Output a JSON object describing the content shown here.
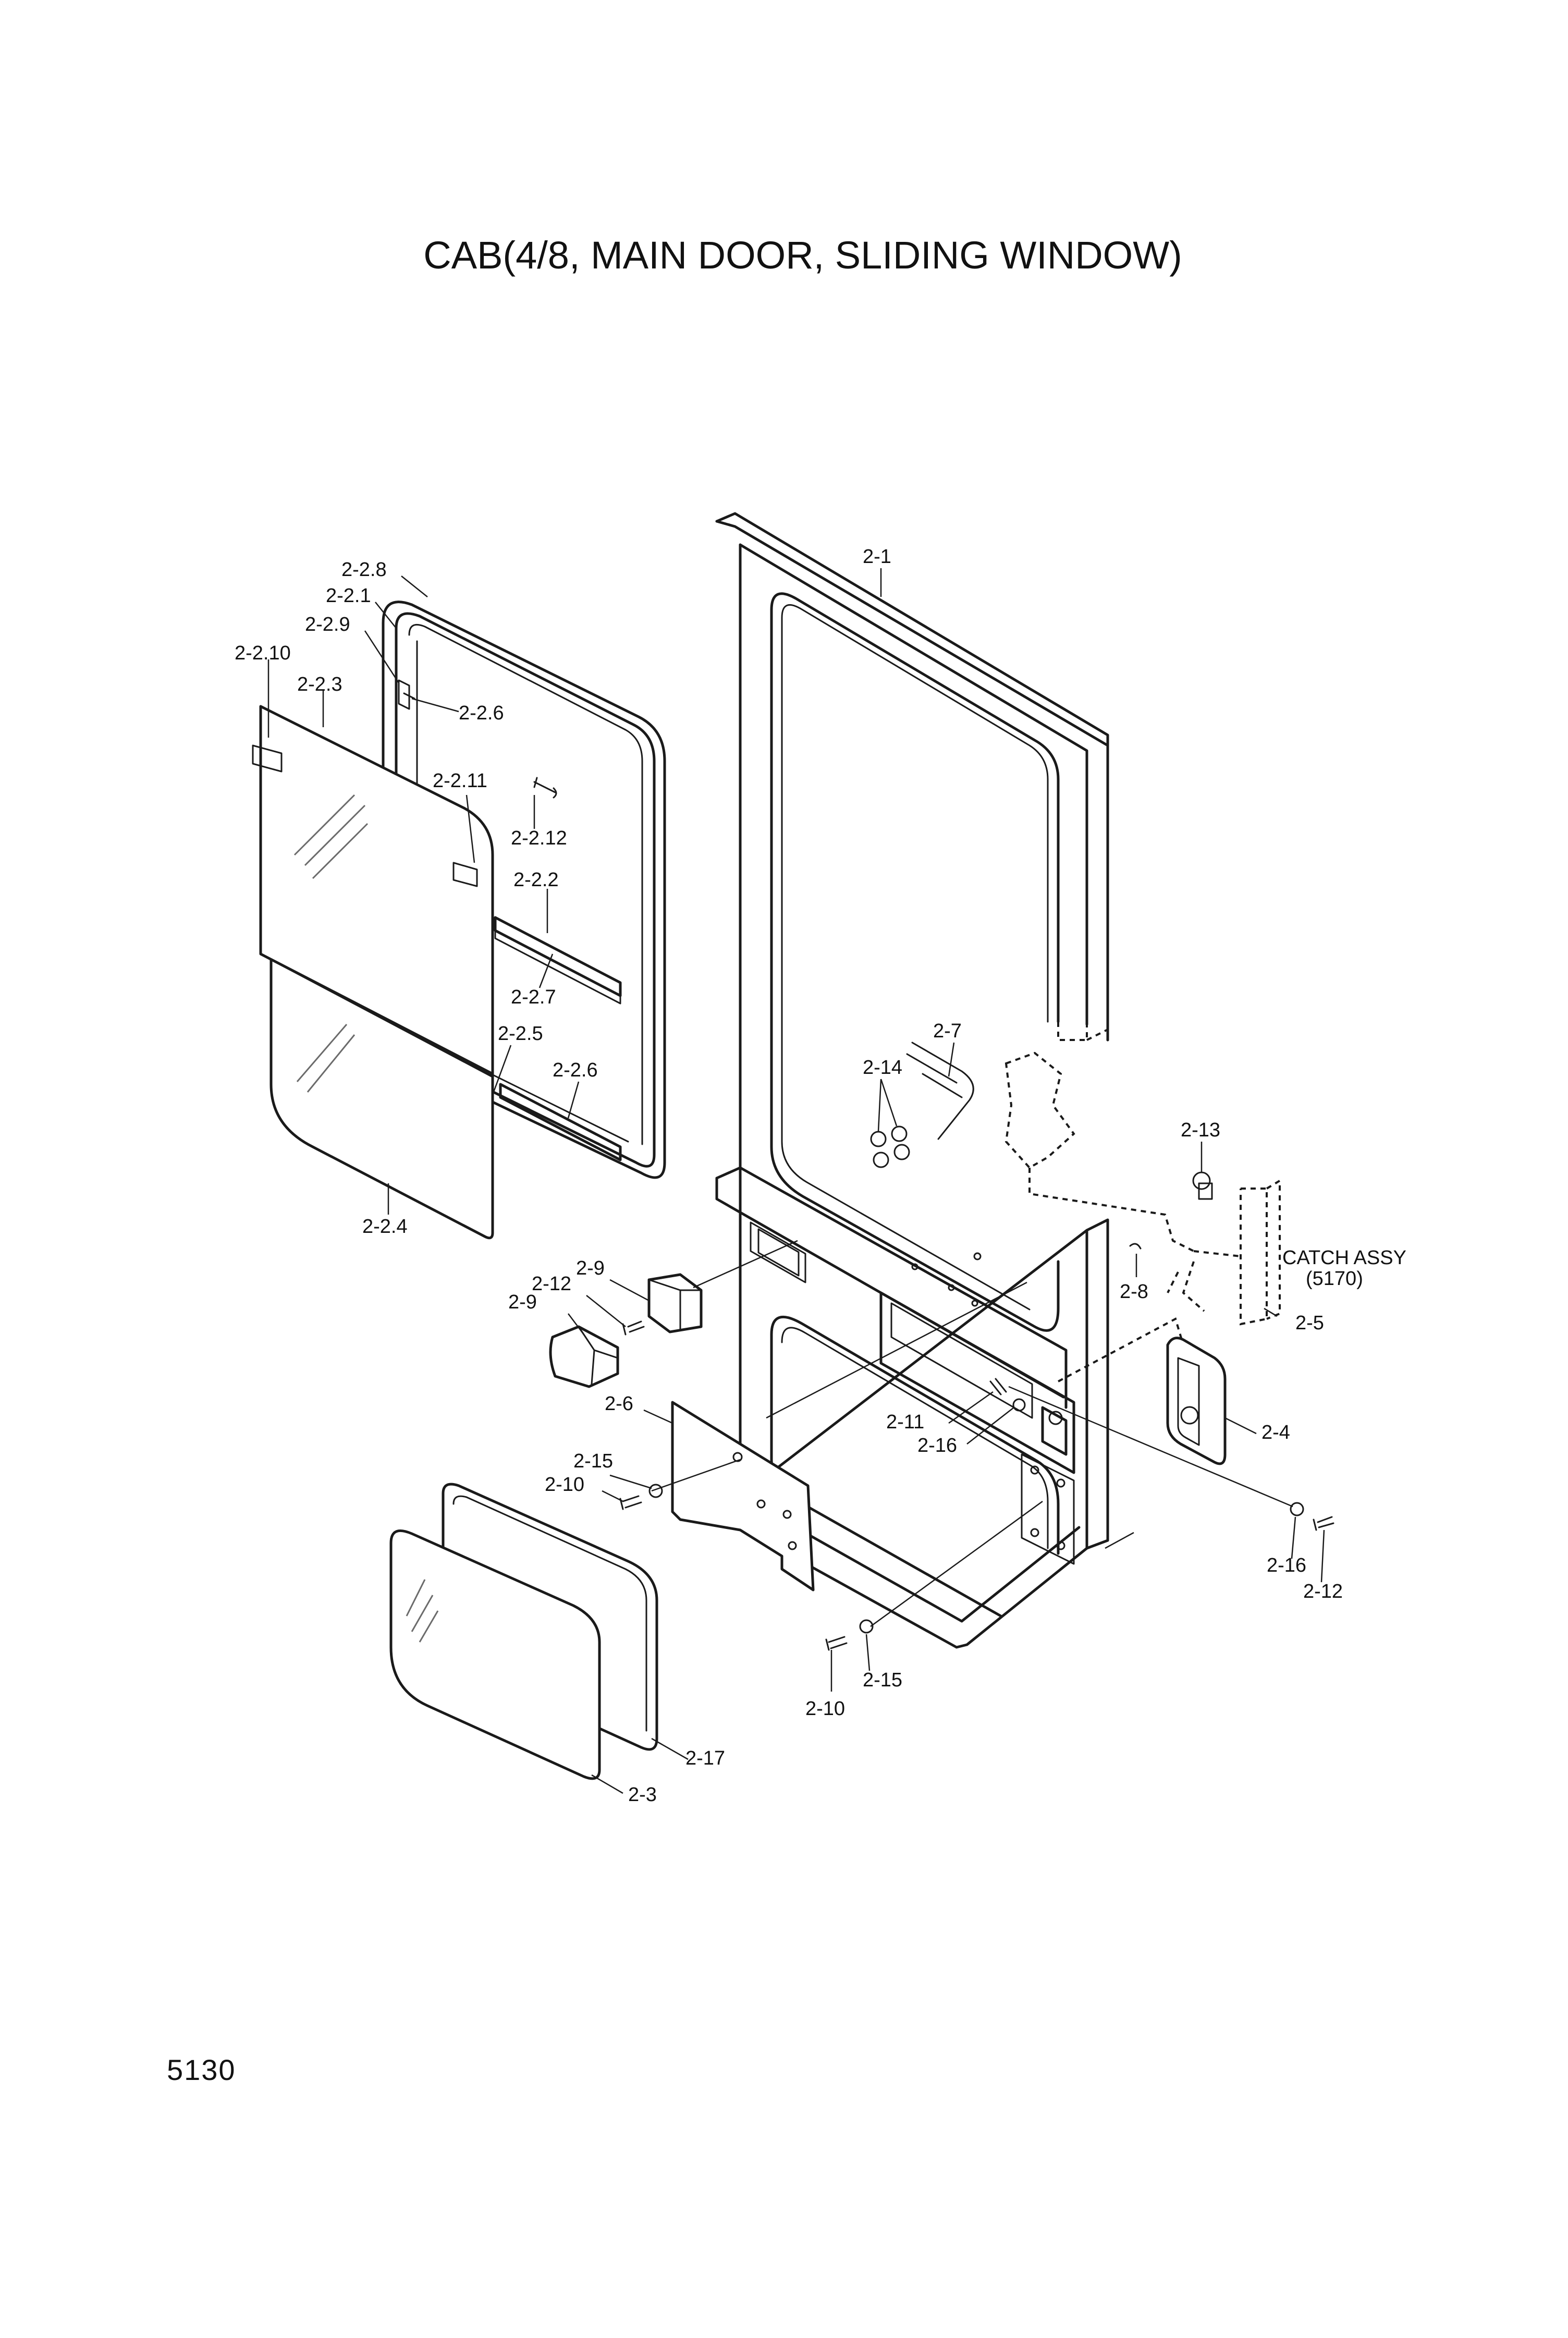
{
  "title": "CAB(4/8, MAIN DOOR, SLIDING WINDOW)",
  "page_number": "5130",
  "callouts": {
    "p2_1": "2-1",
    "p2_2_8": "2-2.8",
    "p2_2_1": "2-2.1",
    "p2_2_9": "2-2.9",
    "p2_2_10": "2-2.10",
    "p2_2_3": "2-2.3",
    "p2_2_6_top": "2-2.6",
    "p2_2_11": "2-2.11",
    "p2_2_12": "2-2.12",
    "p2_2_2": "2-2.2",
    "p2_2_7": "2-2.7",
    "p2_2_5": "2-2.5",
    "p2_2_6_bottom": "2-2.6",
    "p2_2_4": "2-2.4",
    "p2_7": "2-7",
    "p2_14": "2-14",
    "p2_13": "2-13",
    "catch_assy": "CATCH ASSY",
    "catch_assy_ref": "(5170)",
    "p2_8": "2-8",
    "p2_5": "2-5",
    "p2_9_upper": "2-9",
    "p2_12_left": "2-12",
    "p2_9_lower": "2-9",
    "p2_6": "2-6",
    "p2_11": "2-11",
    "p2_16_center": "2-16",
    "p2_4": "2-4",
    "p2_15_left": "2-15",
    "p2_10_left": "2-10",
    "p2_16_right": "2-16",
    "p2_12_right": "2-12",
    "p2_15_bottom": "2-15",
    "p2_10_bottom": "2-10",
    "p2_17": "2-17",
    "p2_3": "2-3"
  }
}
